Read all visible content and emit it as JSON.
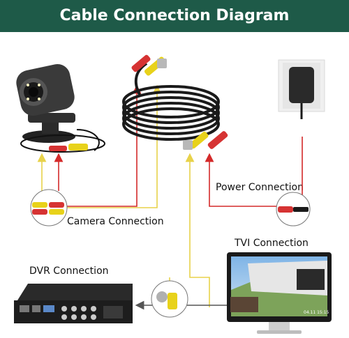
{
  "header": {
    "title": "Cable Connection Diagram"
  },
  "labels": {
    "power": "Power Connection",
    "camera": "Camera Connection",
    "tvi": "TVI Connection",
    "dvr": "DVR Connection"
  },
  "monitor": {
    "timestamp": "04.11 15:15"
  },
  "colors": {
    "header": "#1e5a48",
    "video_line": "#e8d24a",
    "power_line": "#d42a2a",
    "cable": "#1a1a1a",
    "red_plug": "#d63333",
    "yellow_plug": "#e8d21a"
  }
}
